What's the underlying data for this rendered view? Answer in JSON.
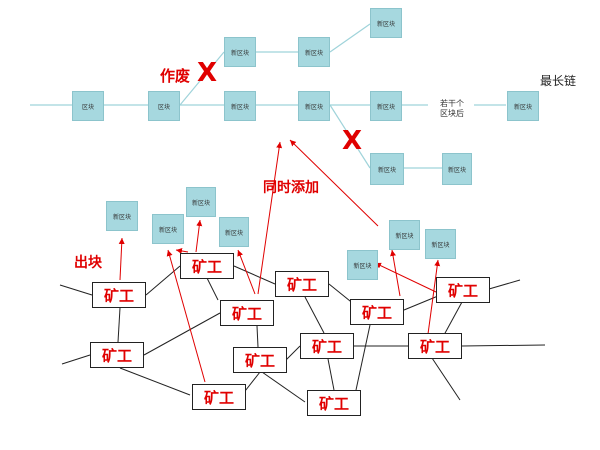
{
  "top_chain": {
    "genesis_blocks": [
      "区块",
      "区块"
    ],
    "new_block_label": "新区块",
    "after_blocks_text_line1": "若干个",
    "after_blocks_text_line2": "区块后",
    "longest_chain_label": "最长链",
    "discard_label": "作废",
    "x_symbol": "X"
  },
  "network": {
    "miner_label": "矿工",
    "produce_block_label": "出块",
    "simultaneous_add_label": "同时添加",
    "new_block_label": "新区块"
  },
  "colors": {
    "block_fill": "#a6d8df",
    "chain_line": "#9fd3da",
    "accent_red": "#e00000",
    "network_line": "#222222"
  }
}
